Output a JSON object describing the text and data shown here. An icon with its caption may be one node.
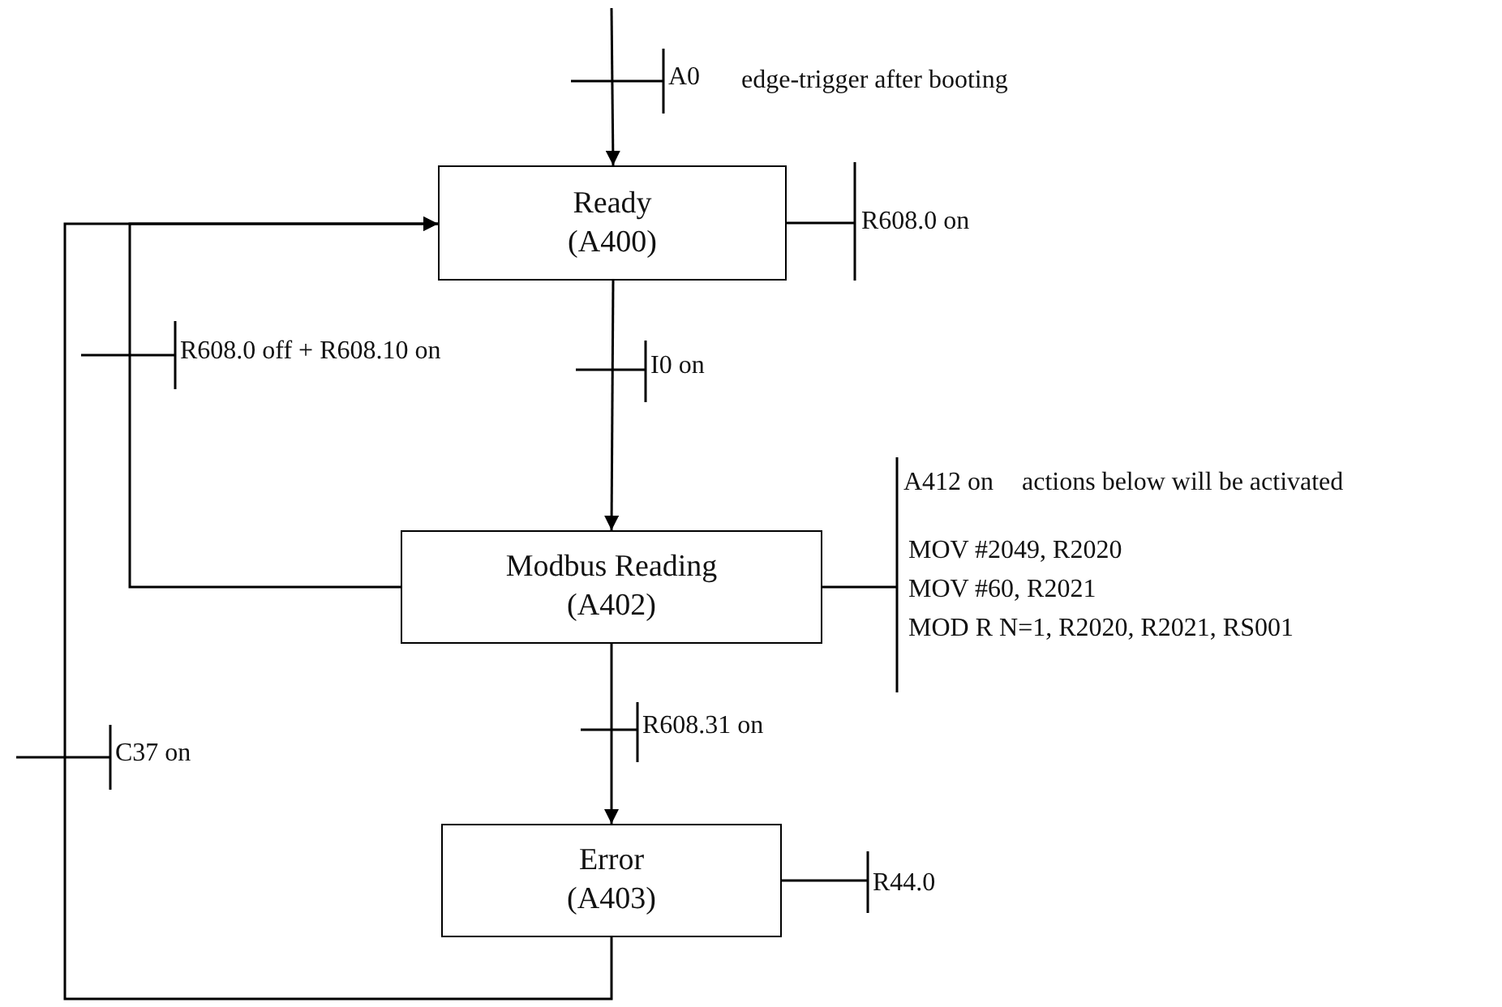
{
  "diagram": {
    "nodes": [
      {
        "text": [
          "Ready",
          "(A400)"
        ],
        "beside": [
          "R608.0 on"
        ]
      },
      {
        "text": [
          "Modbus Reading",
          "(A402)"
        ],
        "beside": [
          "A412 on",
          "actions below will be activated",
          "MOV #2049, R2020",
          "MOV #60, R2021",
          "MOD R N=1, R2020, R2021, RS001"
        ]
      },
      {
        "text": [
          "Error",
          "(A403)"
        ],
        "beside": [
          "R44.0"
        ]
      }
    ],
    "edges": [
      {
        "from": null,
        "to": 0,
        "arrow": "to",
        "label": "A0"
      },
      {
        "from": 0,
        "to": 1,
        "arrow": "to",
        "label": "I0 on"
      },
      {
        "from": 1,
        "to": 0,
        "arrow": "to",
        "label": "R608.0 off + R608.10 on"
      },
      {
        "from": 1,
        "to": 2,
        "arrow": "to",
        "label": "R608.31 on"
      },
      {
        "from": 2,
        "to": 0,
        "arrow": "to",
        "label": "C37 on"
      }
    ],
    "labels": [
      "edge-trigger after booting"
    ]
  }
}
